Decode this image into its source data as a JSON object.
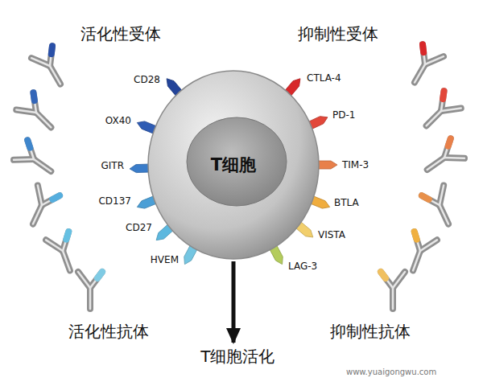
{
  "diagram": {
    "nodes": [
      {
        "text": [
          "T细胞"
        ]
      },
      {
        "text": [
          "T细胞活化"
        ]
      }
    ],
    "edges": [
      {
        "from": 0,
        "to": 1,
        "arrow": "to"
      }
    ],
    "labels": [
      "活化性受体",
      "抑制性受体",
      "活化性抗体",
      "抑制性抗体",
      "CD28",
      "OX40",
      "GITR",
      "CD137",
      "CD27",
      "HVEM",
      "CTLA-4",
      "PD-1",
      "TIM-3",
      "BTLA",
      "VISTA",
      "LAG-3",
      "www.yuaigongwu.com"
    ]
  }
}
